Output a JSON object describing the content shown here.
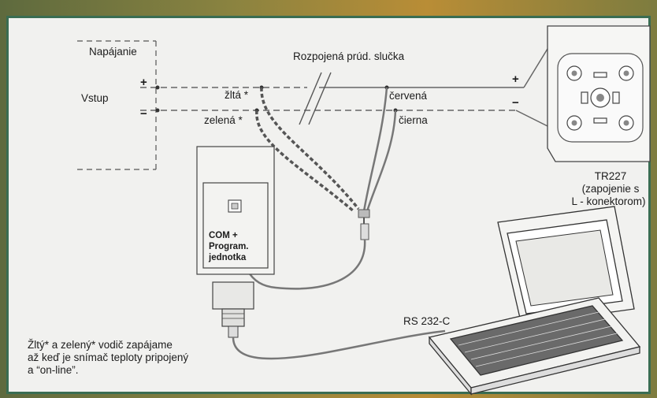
{
  "labels": {
    "napajanie": "Napájanie",
    "vstup": "Vstup",
    "plus": "+",
    "minus": "−",
    "loop": "Rozpojená prúd. slučka",
    "zlta": "žltá *",
    "zelena": "zelená *",
    "cervena": "červená",
    "cierna": "čierna",
    "tr227_title": "TR227",
    "tr227_line2": "(zapojenie s",
    "tr227_line3": "L - konektorom)",
    "com_line1": "COM +",
    "com_line2": "Program.",
    "com_line3": "jednotka",
    "rs232": "RS 232-C",
    "note_line1": "Žltý* a zelený* vodič zapájame",
    "note_line2": "až keď je snímač teploty pripojený",
    "note_line3": "a “on-line”."
  },
  "colors": {
    "frame_border": "#3a6d52",
    "panel_bg": "#f1f1ef",
    "wire": "#777777"
  }
}
